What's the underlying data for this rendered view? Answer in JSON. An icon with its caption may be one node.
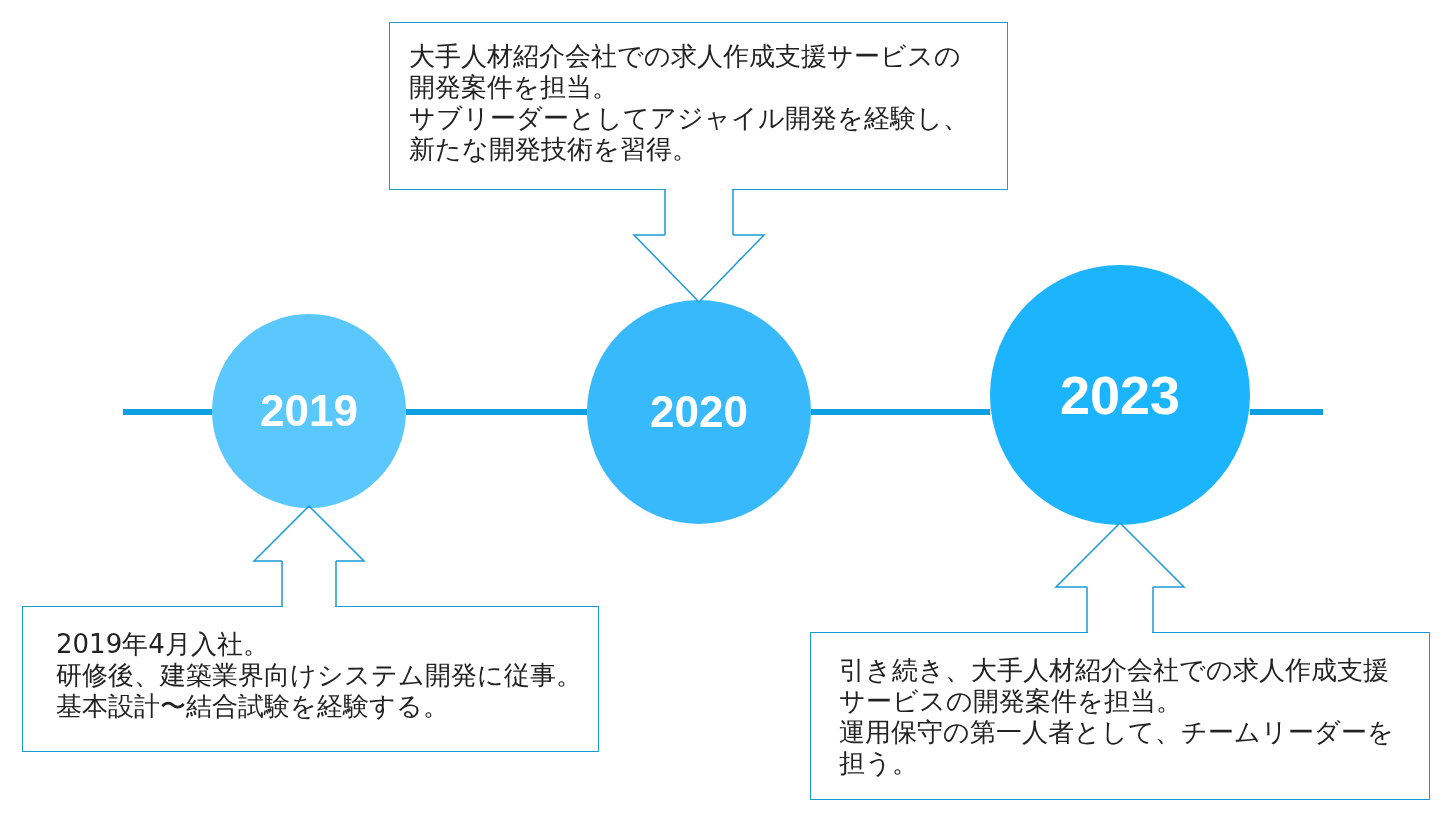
{
  "diagram": {
    "nodes": [
      {
        "text": [
          "2019"
        ]
      },
      {
        "text": [
          "2020"
        ]
      },
      {
        "text": [
          "2023"
        ]
      },
      {
        "text": [
          "2019年4月入社。",
          "研修後、建築業界向けシステム開発に従事。",
          "基本設計〜結合試験を経験する。"
        ]
      },
      {
        "text": [
          "大手人材紹介会社での求人作成支援サービスの開発案件を担当。",
          "サブリーダーとしてアジャイル開発を経験し、新たな開発技術を習得。"
        ]
      },
      {
        "text": [
          "引き続き、大手人材紹介会社での求人作成支援サービスの開発案件を担当。",
          "運用保守の第一人者として、チームリーダーを担う。"
        ]
      }
    ],
    "edges": [
      {
        "from": 0,
        "to": 1,
        "arrow": "none",
        "style": "thick"
      },
      {
        "from": 1,
        "to": 2,
        "arrow": "none",
        "style": "thick"
      },
      {
        "from": 3,
        "to": 0,
        "arrow": "to"
      },
      {
        "from": 4,
        "to": 1,
        "arrow": "to"
      },
      {
        "from": 5,
        "to": 2,
        "arrow": "to"
      }
    ]
  }
}
